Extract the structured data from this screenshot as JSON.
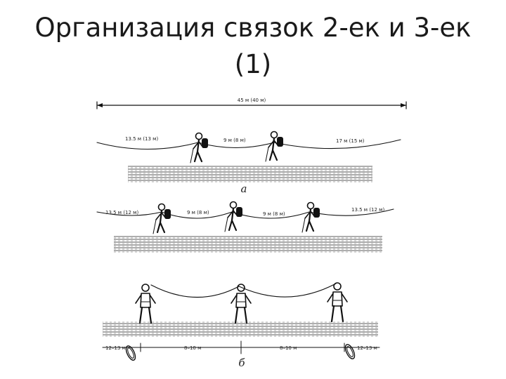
{
  "slide": {
    "title_line1": "Организация связок 2-ек и 3-ек",
    "title_line2": "(1)"
  },
  "figure": {
    "panel_a": {
      "total_length": "45 м (40 м)",
      "left_tail": "13.5 м (13 м)",
      "middle_span": "9 м (8 м)",
      "right_tail": "17 м (15 м)",
      "letter": "а"
    },
    "panel_b": {
      "left_tail": "13.5 м (12 м)",
      "span_1": "9 м (8 м)",
      "span_2": "9 м (8 м)",
      "right_tail": "13.5 м (12 м)"
    },
    "panel_c": {
      "left_coil": "12–13 м",
      "span_1": "8–10 м",
      "span_2": "8–10 м",
      "right_coil": "12–13 м",
      "letter": "б"
    }
  }
}
